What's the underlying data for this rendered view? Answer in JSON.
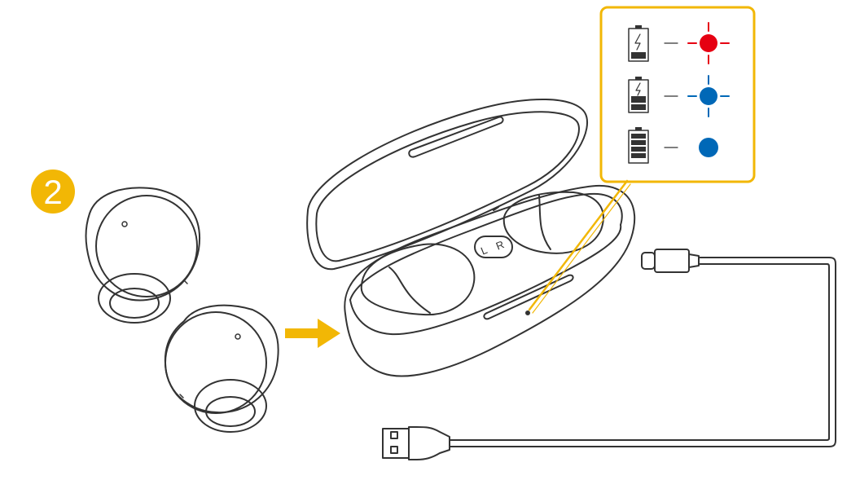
{
  "step": {
    "number": "2"
  },
  "colors": {
    "accent": "#f2b705",
    "line": "#333333",
    "led_red": "#e60012",
    "led_blue": "#0068b7",
    "background": "#ffffff"
  },
  "case": {
    "left_marker": "L",
    "right_marker": "R"
  },
  "legend": {
    "rows": [
      {
        "battery_icon": "battery-low-charging-icon",
        "battery_fill": 0.2,
        "charging": true,
        "led_color": "red",
        "led_state": "flashing"
      },
      {
        "battery_icon": "battery-mid-charging-icon",
        "battery_fill": 0.5,
        "charging": true,
        "led_color": "blue",
        "led_state": "flashing"
      },
      {
        "battery_icon": "battery-full-icon",
        "battery_fill": 1.0,
        "charging": false,
        "led_color": "blue",
        "led_state": "solid"
      }
    ]
  },
  "icons": [
    "earbud-left-icon",
    "earbud-right-icon",
    "arrow-right-icon",
    "charging-case-icon",
    "usb-c-plug-icon",
    "usb-a-plug-icon",
    "cable-icon"
  ]
}
